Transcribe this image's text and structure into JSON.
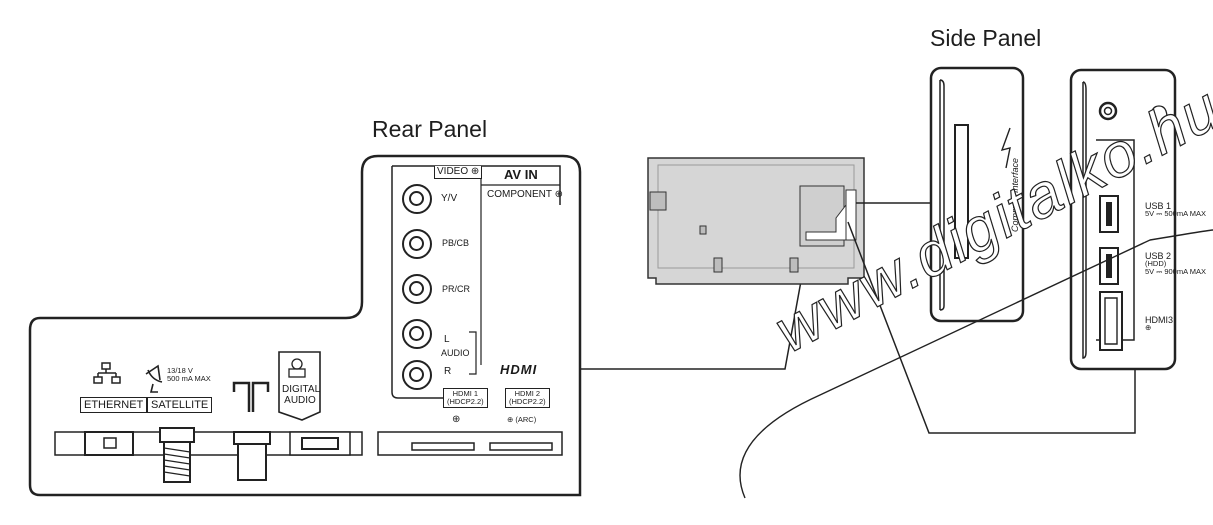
{
  "titles": {
    "side_panel": "Side Panel",
    "rear_panel": "Rear Panel"
  },
  "rear": {
    "video_label": "VIDEO",
    "av_in": "AV IN",
    "component": "COMPONENT",
    "yv": "Y/V",
    "pbcb": "PB/CB",
    "prcr": "PR/CR",
    "l": "L",
    "audio": "AUDIO",
    "r": "R",
    "hdmi_logo": "HDMI",
    "hdmi1_line1": "HDMI 1",
    "hdmi1_line2": "(HDCP2.2)",
    "hdmi2_line1": "HDMI 2",
    "hdmi2_line2": "(HDCP2.2)",
    "hdmi2_arc": "(ARC)",
    "ethernet": "ETHERNET",
    "satellite": "SATELLITE",
    "sat_spec1": "13/18 V",
    "sat_spec2": "500 mA  MAX",
    "digital": "DIGITAL",
    "audio_out": "AUDIO"
  },
  "side": {
    "common_interface": "Common Interface",
    "usb1": "USB 1",
    "usb1_spec": "5V ⎓ 500mA MAX",
    "usb2": "USB 2",
    "usb2_hdd": "(HDD)",
    "usb2_spec": "5V ⎓ 900mA MAX",
    "hdmi3": "HDMI3"
  },
  "watermark": "www.digitalko.hu",
  "colors": {
    "line": "#222222",
    "tv_body": "#d6d6d6",
    "watermark": "#ffffff"
  }
}
